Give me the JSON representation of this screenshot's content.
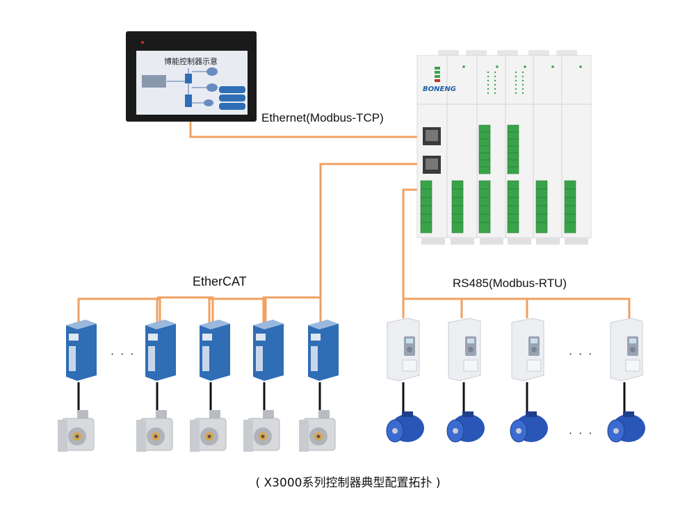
{
  "labels": {
    "ethernet": "Ethernet(Modbus-TCP)",
    "ethercat": "EtherCAT",
    "rs485": "RS485(Modbus-RTU)",
    "caption": "( X3000系列控制器典型配置拓扑 )",
    "ellipsis": "· · ·"
  },
  "hmi": {
    "title": "博能控制器示意"
  },
  "controller": {
    "brand": "BONENG"
  },
  "colors": {
    "cable": "#f0a060",
    "servo_blue": "#2f6db5",
    "motor_blue": "#2a56b8",
    "terminal_green": "#3aa34a",
    "screen_dark": "#1a1a1a"
  }
}
